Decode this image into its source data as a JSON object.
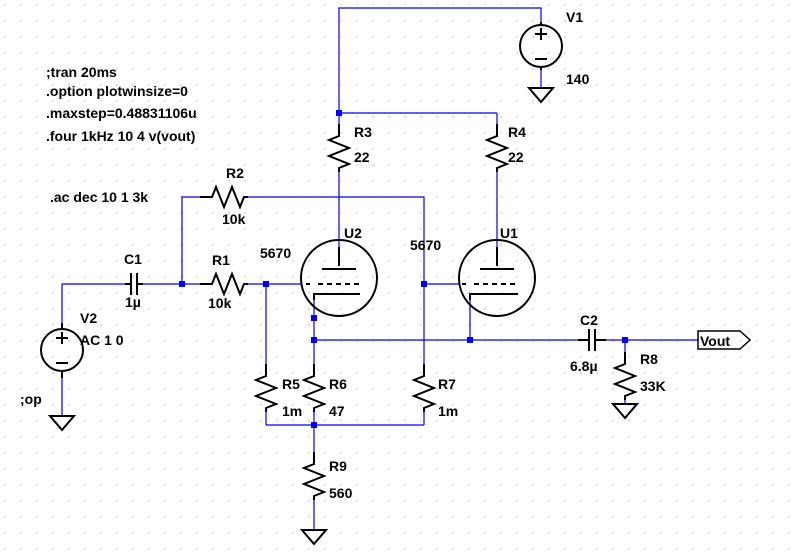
{
  "directives": {
    "tran": ";tran 20ms",
    "option": ".option plotwinsize=0",
    "maxstep": ".maxstep=0.48831106u",
    "four": ".four 1kHz 10 4 v(vout)",
    "ac": ".ac dec 10 1 3k",
    "op": ";op"
  },
  "components": {
    "V1": {
      "name": "V1",
      "value": "140"
    },
    "V2": {
      "name": "V2",
      "value": "AC 1 0"
    },
    "R1": {
      "name": "R1",
      "value": "10k"
    },
    "R2": {
      "name": "R2",
      "value": "10k"
    },
    "R3": {
      "name": "R3",
      "value": "22"
    },
    "R4": {
      "name": "R4",
      "value": "22"
    },
    "R5": {
      "name": "R5",
      "value": "1m"
    },
    "R6": {
      "name": "R6",
      "value": "47"
    },
    "R7": {
      "name": "R7",
      "value": "1m"
    },
    "R8": {
      "name": "R8",
      "value": "33K"
    },
    "R9": {
      "name": "R9",
      "value": "560"
    },
    "C1": {
      "name": "C1",
      "value": "1µ"
    },
    "C2": {
      "name": "C2",
      "value": "6.8µ"
    },
    "U1": {
      "name": "U1",
      "value": "5670"
    },
    "U2": {
      "name": "U2",
      "value": "5670"
    }
  },
  "net_labels": {
    "vout": "Vout"
  },
  "colors": {
    "wire": "#0000ff",
    "component": "#000000",
    "grid": "#c8c8c8",
    "background": "#ffffff"
  }
}
